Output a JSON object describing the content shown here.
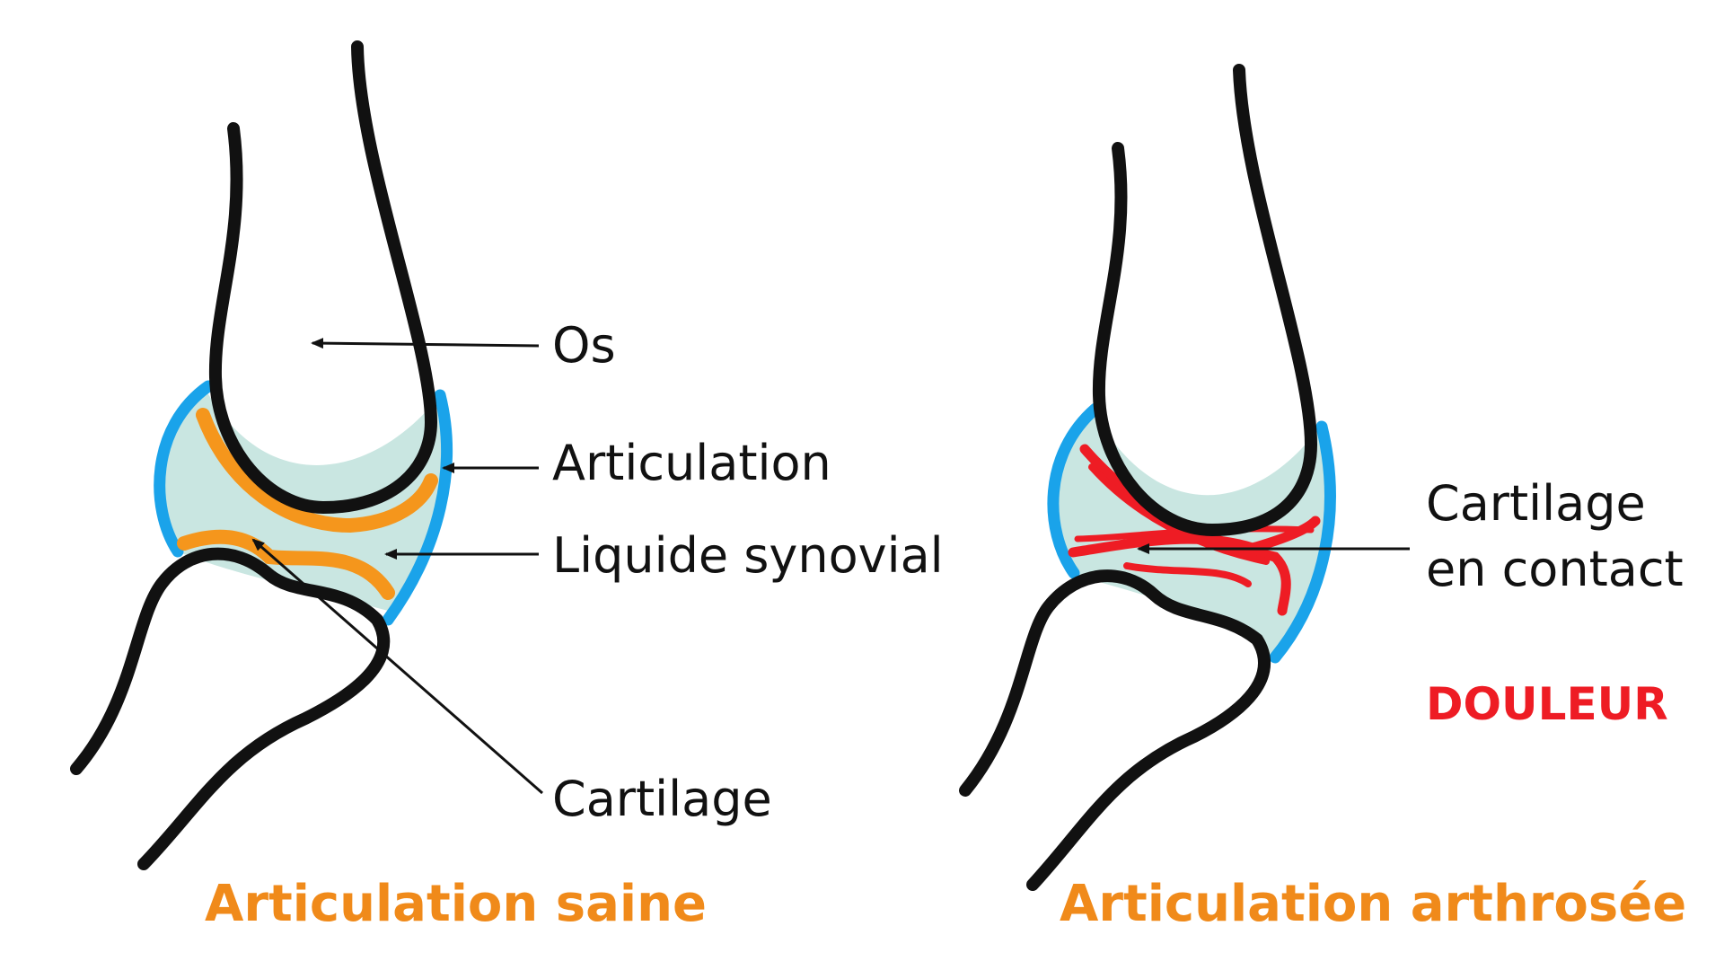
{
  "colors": {
    "bone_outline": "#111111",
    "capsule": "#1aa3ea",
    "synovial_fluid": "#c9e6e1",
    "cartilage_healthy": "#f5961c",
    "cartilage_damaged": "#ee1c24",
    "title": "#f08a1a",
    "pain": "#ee1c24"
  },
  "healthy": {
    "labels": {
      "bone": "Os",
      "joint": "Articulation",
      "fluid": "Liquide synovial",
      "cartilage": "Cartilage"
    },
    "title": "Articulation saine"
  },
  "arthritic": {
    "labels": {
      "contact_line1": "Cartilage",
      "contact_line2": "en contact"
    },
    "pain": "DOULEUR",
    "title": "Articulation arthrosée"
  }
}
